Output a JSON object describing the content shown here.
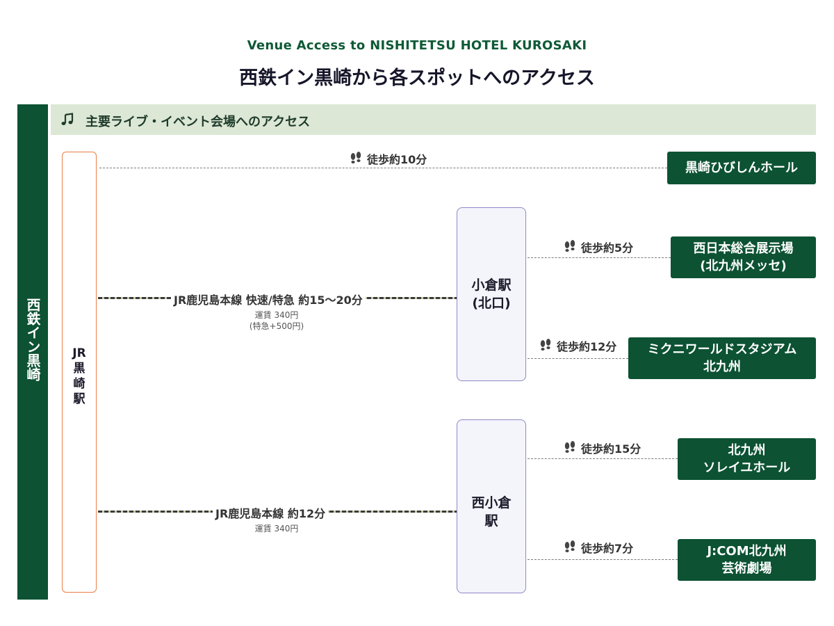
{
  "header": {
    "subtitle": "Venue Access to NISHITETSU HOTEL KUROSAKI",
    "title": "西鉄イン黒崎から各スポットへのアクセス"
  },
  "sidebar": {
    "label": "西鉄イン黒崎"
  },
  "section": {
    "icon": "music-note-icon",
    "label": "主要ライブ・イベント会場へのアクセス"
  },
  "stations": {
    "jr_kurosaki": "JR\n黒\n崎\n駅",
    "kokura": "小倉駅\n(北口)",
    "nishikokura": "西小倉\n駅"
  },
  "routes": {
    "kokura": {
      "label": "JR鹿児島本線 快速/特急 約15〜20分",
      "fare": "運賃 340円\n(特急+500円)"
    },
    "nishikokura": {
      "label": "JR鹿児島本線 約12分",
      "fare": "運賃 340円"
    }
  },
  "walks": {
    "hibishin": "徒歩約10分",
    "messe": "徒歩約5分",
    "mikuni": "徒歩約12分",
    "soleil": "徒歩約15分",
    "jcom": "徒歩約7分"
  },
  "venues": {
    "hibishin": "黒崎ひびしんホール",
    "messe": "西日本総合展示場\n(北九州メッセ)",
    "mikuni": "ミクニワールドスタジアム\n北九州",
    "soleil": "北九州\nソレイユホール",
    "jcom": "J:COM北九州\n芸術劇場"
  },
  "colors": {
    "brand_green": "#0c5233",
    "header_band": "#dce7d5",
    "jr_border": "#e87d45",
    "station_border": "#8f88c6",
    "subtitle_green": "#0e5a36"
  }
}
